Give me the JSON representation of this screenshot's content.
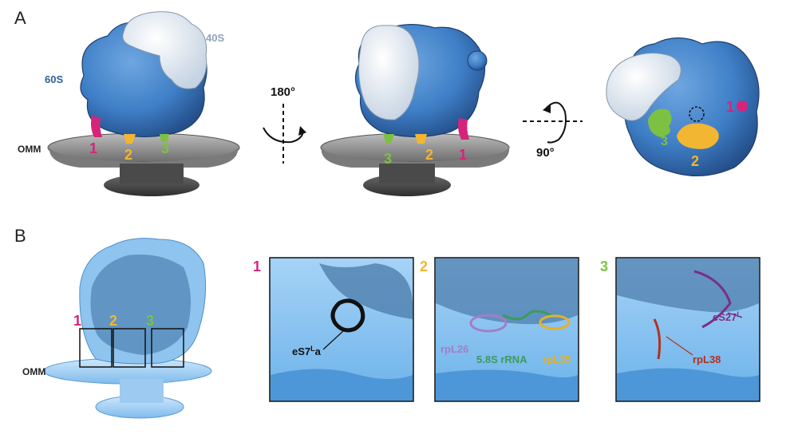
{
  "panel_a": {
    "letter": "A",
    "labels": {
      "subunit_large": "60S",
      "subunit_small": "40S",
      "membrane": "OMM"
    },
    "rotation1": "180°",
    "rotation2": "90°",
    "sites": [
      "1",
      "2",
      "3"
    ]
  },
  "panel_b": {
    "letter": "B",
    "membrane": "OMM",
    "sites": [
      "1",
      "2",
      "3"
    ],
    "inset1": {
      "number": "1",
      "label_main": "eS7",
      "label_sup": "L",
      "label_tail": "a"
    },
    "inset2": {
      "number": "2",
      "labels": [
        "rpL26",
        "5.8S rRNA",
        "rpL35"
      ]
    },
    "inset3": {
      "number": "3",
      "label1_main": "eS27",
      "label1_sup": "L",
      "label2": "rpL38"
    }
  },
  "colors": {
    "ribosome_60S": "#3f7fc7",
    "ribosome_40S": "#e8eef5",
    "membrane_gray": "#8a8a8a",
    "site1": "#d6247a",
    "site2": "#f2b632",
    "site3": "#7cc142",
    "map_blue": "#a9d4f5",
    "rpL26": "#a67bc9",
    "rRNA": "#3e9a5a",
    "rpL35": "#e3b12c",
    "eS27": "#7b2f86",
    "rpL38": "#b3311e"
  }
}
